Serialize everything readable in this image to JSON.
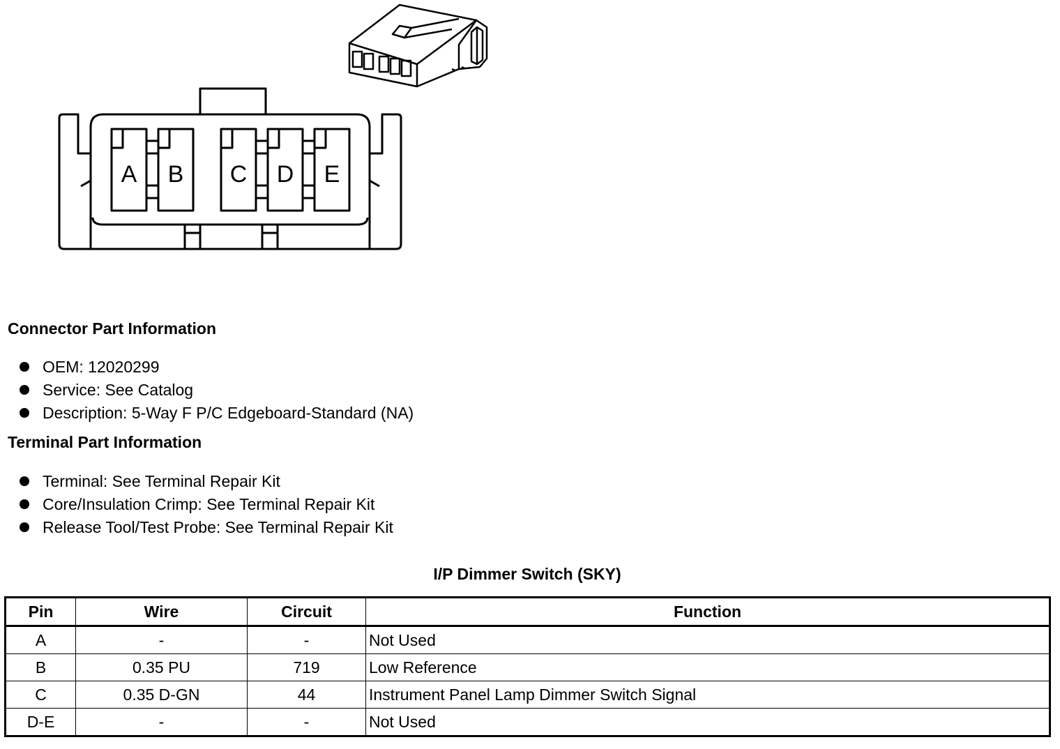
{
  "connector": {
    "cavity_labels": [
      "A",
      "B",
      "C",
      "D",
      "E"
    ]
  },
  "connector_part_info": {
    "heading": "Connector Part Information",
    "items": [
      "OEM: 12020299",
      "Service: See Catalog",
      "Description: 5-Way F P/C Edgeboard-Standard (NA)"
    ]
  },
  "terminal_part_info": {
    "heading": "Terminal Part Information",
    "items": [
      "Terminal: See Terminal Repair Kit",
      "Core/Insulation Crimp: See Terminal Repair Kit",
      "Release Tool/Test Probe: See Terminal Repair Kit"
    ]
  },
  "table": {
    "title": "I/P Dimmer Switch (SKY)",
    "headers": [
      "Pin",
      "Wire",
      "Circuit",
      "Function"
    ],
    "rows": [
      [
        "A",
        "-",
        "-",
        "Not Used"
      ],
      [
        "B",
        "0.35 PU",
        "719",
        "Low Reference"
      ],
      [
        "C",
        "0.35 D-GN",
        "44",
        "Instrument Panel Lamp Dimmer Switch Signal"
      ],
      [
        "D-E",
        "-",
        "-",
        "Not Used"
      ]
    ]
  }
}
